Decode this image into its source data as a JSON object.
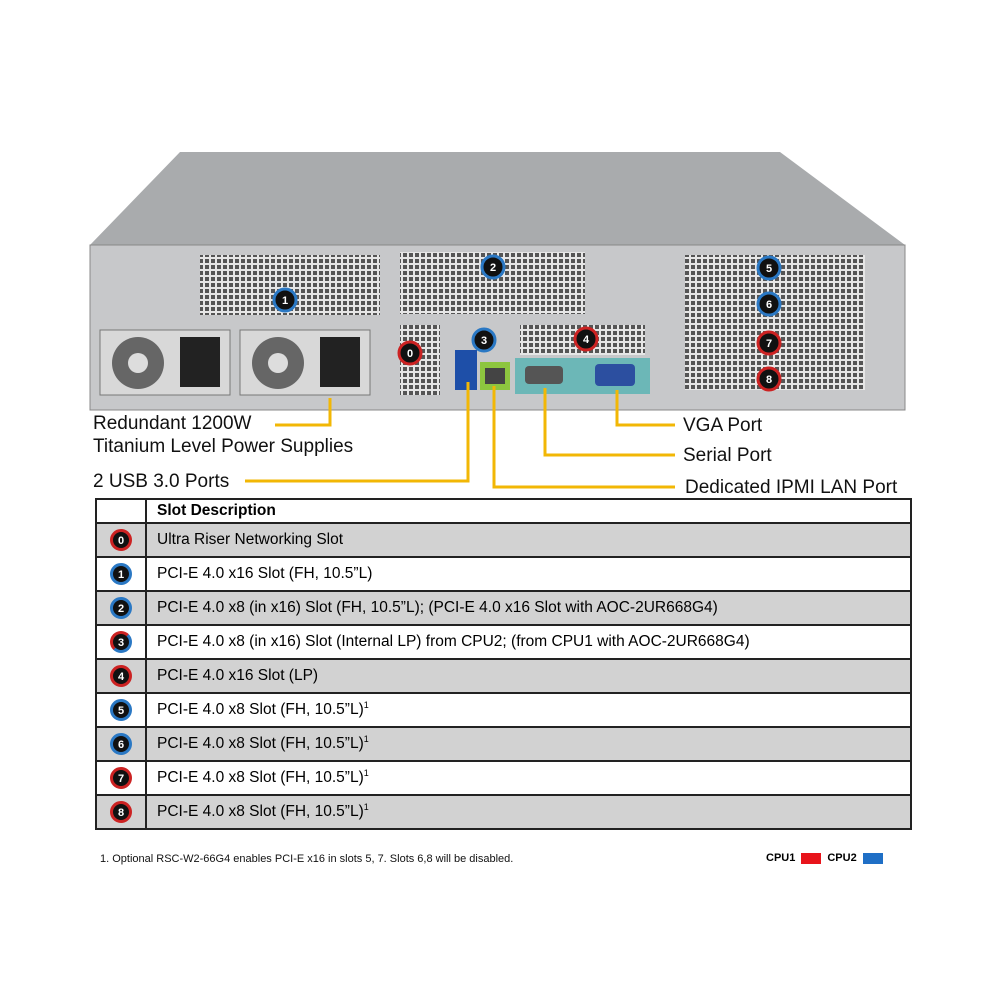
{
  "callouts": {
    "psu_line1": "Redundant 1200W",
    "psu_line2": "Titanium Level Power Supplies",
    "usb": "2 USB 3.0 Ports",
    "vga": "VGA Port",
    "serial": "Serial Port",
    "ipmi": "Dedicated IPMI LAN Port"
  },
  "colors": {
    "cpu1": "#e8141b",
    "cpu2": "#1f6fc6",
    "callout_line": "#f2b705"
  },
  "table": {
    "header": "Slot Description",
    "rows": [
      {
        "num": "0",
        "cpu": "cpu1",
        "desc": "Ultra Riser Networking Slot",
        "sup": ""
      },
      {
        "num": "1",
        "cpu": "cpu2",
        "desc": "PCI-E 4.0 x16 Slot (FH, 10.5”L)",
        "sup": ""
      },
      {
        "num": "2",
        "cpu": "cpu2",
        "desc": "PCI-E 4.0 x8 (in x16) Slot (FH, 10.5”L); (PCI-E 4.0 x16 Slot with AOC-2UR668G4)",
        "sup": ""
      },
      {
        "num": "3",
        "cpu": "split",
        "desc": "PCI-E 4.0 x8 (in x16) Slot (Internal LP) from CPU2; (from CPU1 with AOC-2UR668G4)",
        "sup": ""
      },
      {
        "num": "4",
        "cpu": "cpu1",
        "desc": "PCI-E 4.0 x16 Slot (LP)",
        "sup": ""
      },
      {
        "num": "5",
        "cpu": "cpu2",
        "desc": "PCI-E 4.0 x8 Slot (FH, 10.5”L)",
        "sup": "1"
      },
      {
        "num": "6",
        "cpu": "cpu2",
        "desc": "PCI-E 4.0 x8 Slot (FH, 10.5”L)",
        "sup": "1"
      },
      {
        "num": "7",
        "cpu": "cpu1",
        "desc": "PCI-E 4.0 x8 Slot (FH, 10.5”L)",
        "sup": "1"
      },
      {
        "num": "8",
        "cpu": "cpu1",
        "desc": "PCI-E 4.0 x8 Slot (FH, 10.5”L)",
        "sup": "1"
      }
    ]
  },
  "footnote": "1. Optional RSC-W2-66G4 enables PCI-E x16 in slots 5, 7.  Slots 6,8 will be disabled.",
  "legend": {
    "cpu1": "CPU1",
    "cpu2": "CPU2"
  }
}
